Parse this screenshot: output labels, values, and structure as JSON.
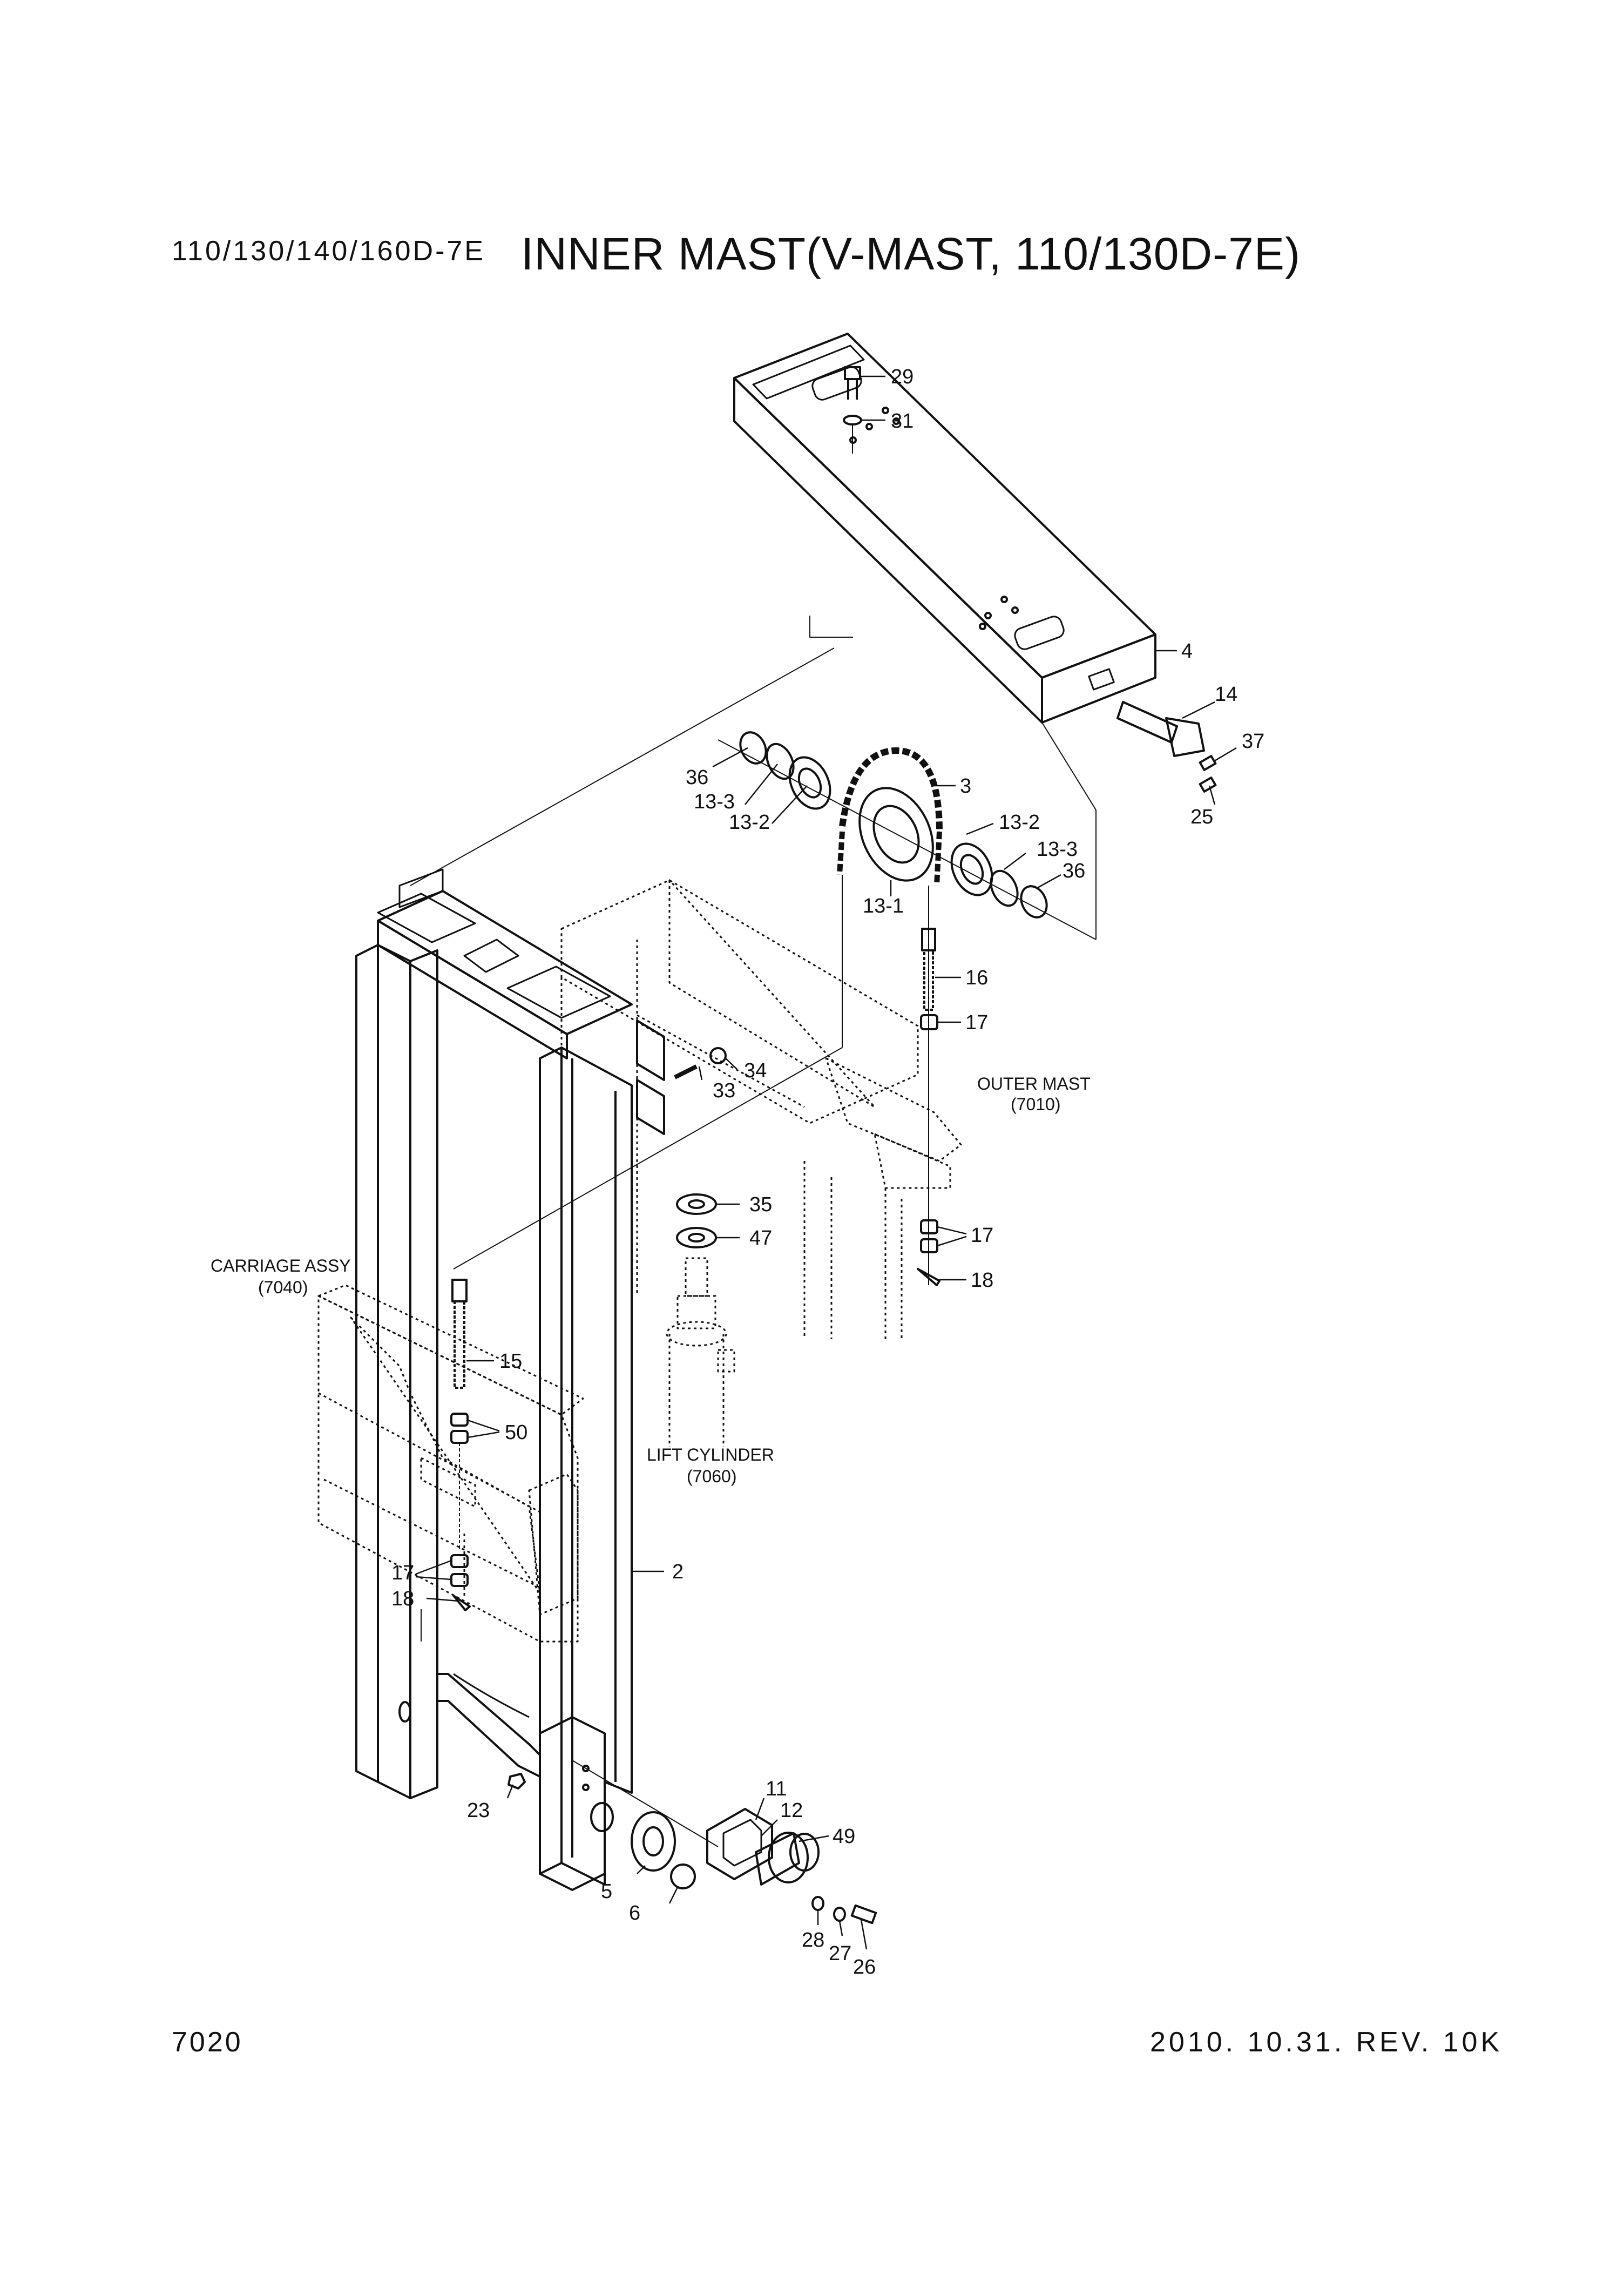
{
  "header": {
    "model": "110/130/140/160D-7E",
    "title": "INNER MAST(V-MAST, 110/130D-7E)"
  },
  "footer": {
    "page_number": "7020",
    "revision": "2010. 10.31. REV. 10K"
  },
  "references": {
    "outer_mast": {
      "name": "OUTER MAST",
      "code": "(7010)"
    },
    "carriage_assy": {
      "name": "CARRIAGE ASSY",
      "code": "(7040)"
    },
    "lift_cylinder": {
      "name": "LIFT CYLINDER",
      "code": "(7060)"
    }
  },
  "callouts": {
    "c29": "29",
    "c31": "31",
    "c4": "4",
    "c14": "14",
    "c37": "37",
    "c25": "25",
    "c36a": "36",
    "c13_3a": "13-3",
    "c13_2a": "13-2",
    "c3": "3",
    "c13_2b": "13-2",
    "c13_3b": "13-3",
    "c36b": "36",
    "c13_1": "13-1",
    "c16": "16",
    "c17a": "17",
    "c34": "34",
    "c33": "33",
    "c35": "35",
    "c47": "47",
    "c17b": "17",
    "c18a": "18",
    "c15": "15",
    "c50": "50",
    "c17c": "17",
    "c18b": "18",
    "c2": "2",
    "c23": "23",
    "c11": "11",
    "c12": "12",
    "c49": "49",
    "c5": "5",
    "c6": "6",
    "c28": "28",
    "c27": "27",
    "c26": "26"
  }
}
